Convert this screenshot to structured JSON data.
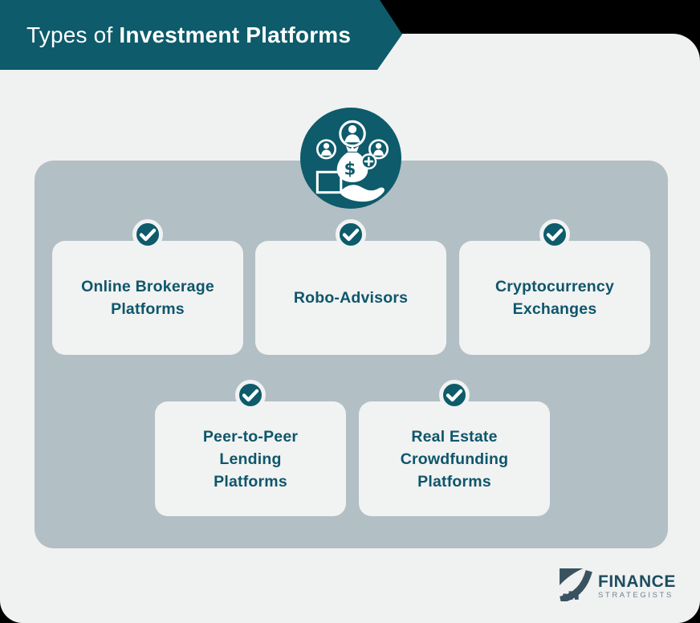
{
  "header": {
    "title_prefix": "Types of ",
    "title_emphasis": "Investment Platforms"
  },
  "cards": [
    {
      "id": "online-brokerage-platforms",
      "label": "Online Brokerage\nPlatforms"
    },
    {
      "id": "robo-advisors",
      "label": "Robo-Advisors"
    },
    {
      "id": "cryptocurrency-exchanges",
      "label": "Cryptocurrency\nExchanges"
    },
    {
      "id": "peer-to-peer-lending-platforms",
      "label": "Peer-to-Peer\nLending\nPlatforms"
    },
    {
      "id": "real-estate-crowdfunding-platforms",
      "label": "Real Estate\nCrowdfunding\nPlatforms"
    }
  ],
  "icons": {
    "hub": "investors-hand-money-bag-icon",
    "card_badge": "checkmark-icon",
    "logo": "finance-strategists-bridge-icon"
  },
  "footer_logo": {
    "primary": "FINANCE",
    "secondary": "STRATEGISTS"
  },
  "colors": {
    "teal": "#0d5b6b",
    "canvas_black": "#000000",
    "page_bg": "#f0f1f1",
    "panel_bg": "#b2bfc4",
    "card_bg": "#f1f2f2",
    "card_text": "#0e566b",
    "title_text": "#ffffff",
    "logo_primary": "#1d4d60",
    "logo_secondary": "#74828b"
  }
}
